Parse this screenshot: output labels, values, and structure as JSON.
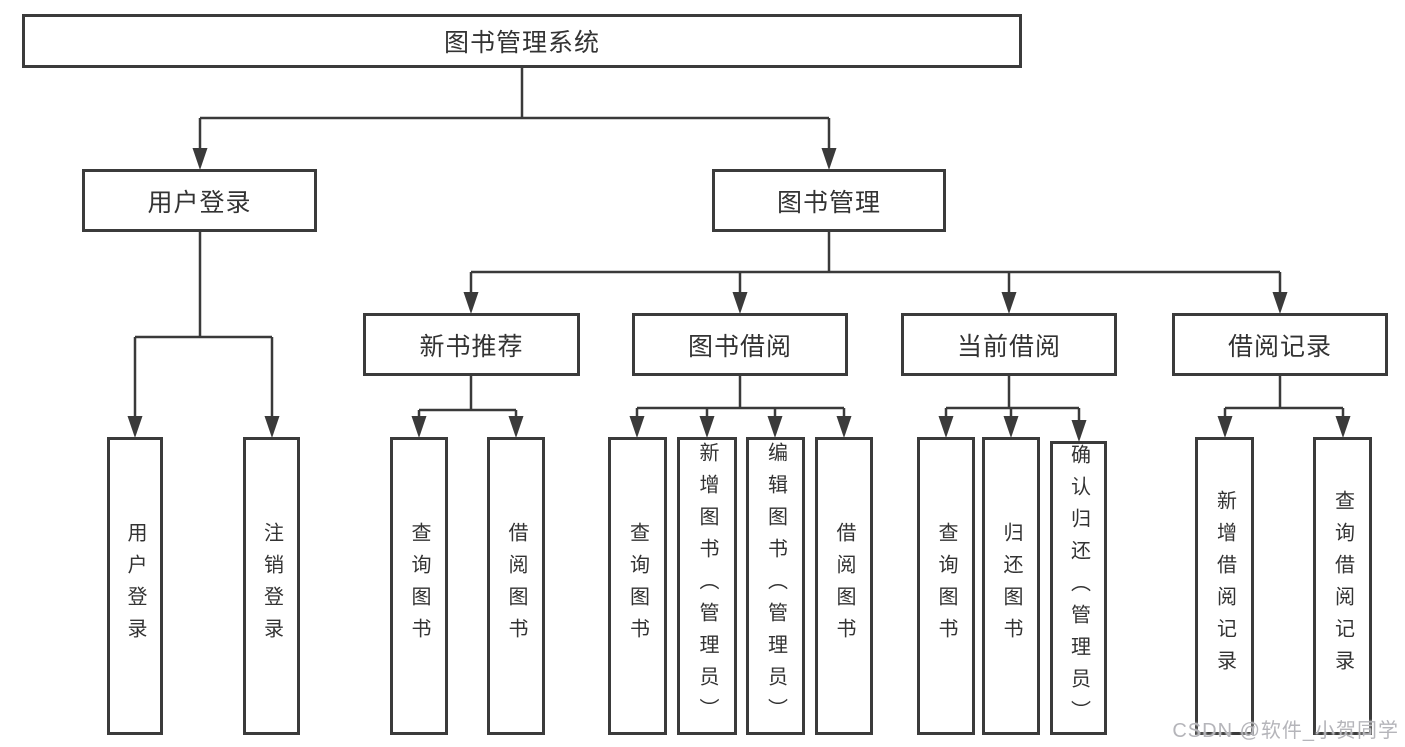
{
  "colors": {
    "line": "#3a3a3a",
    "boxborder": "#3b3b3b",
    "text": "#333333",
    "watermark": "#b5b5ba"
  },
  "diagram": {
    "type": "hierarchy-tree",
    "root": {
      "label": "图书管理系统"
    },
    "branches": [
      {
        "label": "用户登录",
        "children": [
          {
            "label": "用户登录"
          },
          {
            "label": "注销登录"
          }
        ]
      },
      {
        "label": "图书管理",
        "children": [
          {
            "label": "新书推荐",
            "children": [
              {
                "label": "查询图书"
              },
              {
                "label": "借阅图书"
              }
            ]
          },
          {
            "label": "图书借阅",
            "children": [
              {
                "label": "查询图书"
              },
              {
                "label": "新增图书（管理员）"
              },
              {
                "label": "编辑图书（管理员）"
              },
              {
                "label": "借阅图书"
              }
            ]
          },
          {
            "label": "当前借阅",
            "children": [
              {
                "label": "查询图书"
              },
              {
                "label": "归还图书"
              },
              {
                "label": "确认归还（管理员）"
              }
            ]
          },
          {
            "label": "借阅记录",
            "children": [
              {
                "label": "新增借阅记录"
              },
              {
                "label": "查询借阅记录"
              }
            ]
          }
        ]
      }
    ]
  },
  "watermark": {
    "text": "CSDN @软件_小贺同学"
  }
}
